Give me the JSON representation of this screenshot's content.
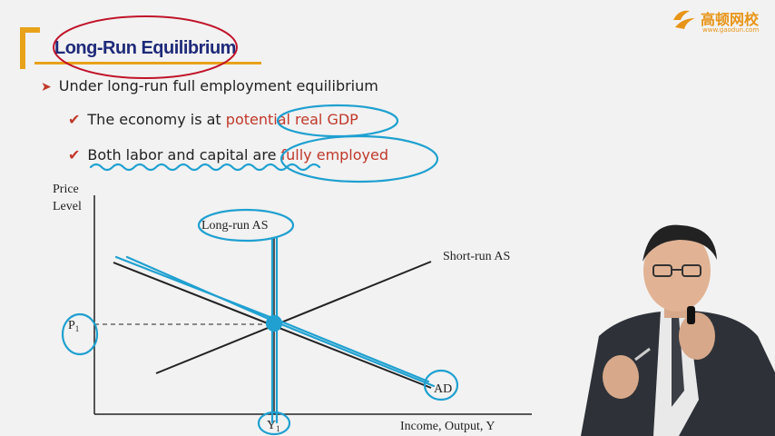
{
  "slide": {
    "title": "Long-Run Equilibrium",
    "bullet": "Under long-run full employment equilibrium",
    "sub1_prefix": "The economy is at ",
    "sub1_highlight": "potential real GDP",
    "sub2_prefix": "Both labor and capital are ",
    "sub2_highlight": "fully employed"
  },
  "logo": {
    "name": "高顿网校",
    "url": "www.gaodun.com"
  },
  "graph": {
    "y_axis_label_line1": "Price",
    "y_axis_label_line2": "Level",
    "x_axis_label": "Income, Output, Y",
    "lras_label": "Long-run AS",
    "sras_label": "Short-run AS",
    "ad_label": "AD",
    "price_label": "P",
    "price_sub": "1",
    "output_label": "Y",
    "output_sub": "1"
  },
  "colors": {
    "accent_orange": "#e8a21a",
    "title_blue": "#1f2a7a",
    "highlight_red": "#c0392b",
    "annotation_red": "#c0142a",
    "annotation_blue": "#1fa0d0"
  }
}
